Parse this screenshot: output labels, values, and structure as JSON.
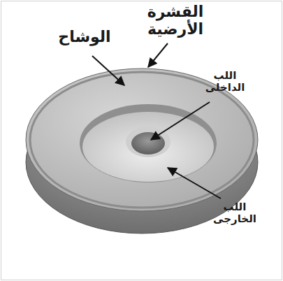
{
  "diagram": {
    "labels": [
      "القشرة الأرضية",
      "الوشاح",
      "اللب الداخلى",
      "اللب الخارجى"
    ]
  }
}
